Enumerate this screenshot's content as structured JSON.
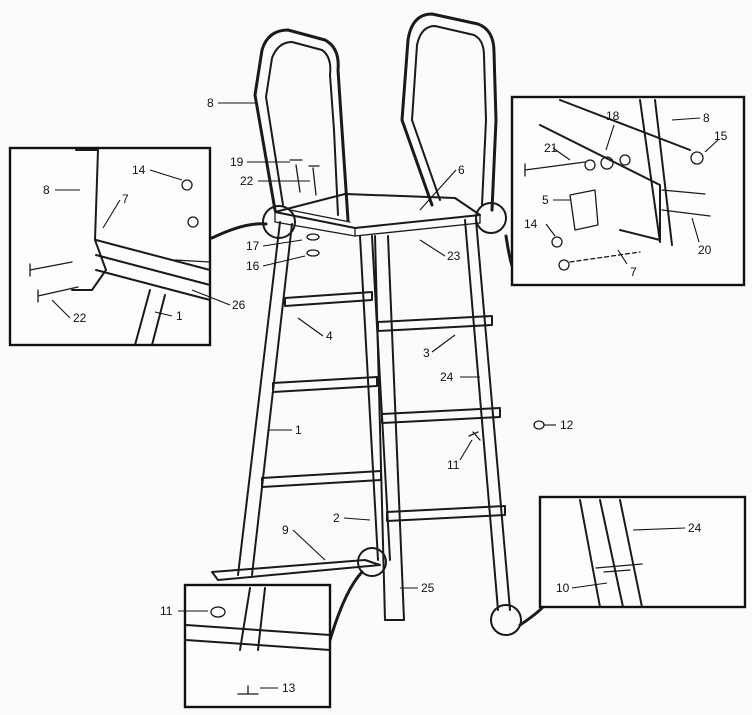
{
  "callouts": [
    {
      "id": "c8a",
      "text": "8"
    },
    {
      "id": "c19",
      "text": "19"
    },
    {
      "id": "c22a",
      "text": "22"
    },
    {
      "id": "c17",
      "text": "17"
    },
    {
      "id": "c16",
      "text": "16"
    },
    {
      "id": "c6",
      "text": "6"
    },
    {
      "id": "c23",
      "text": "23"
    },
    {
      "id": "c4",
      "text": "4"
    },
    {
      "id": "c3",
      "text": "3"
    },
    {
      "id": "c24a",
      "text": "24"
    },
    {
      "id": "c1a",
      "text": "1"
    },
    {
      "id": "c12",
      "text": "12"
    },
    {
      "id": "c11a",
      "text": "11"
    },
    {
      "id": "c2",
      "text": "2"
    },
    {
      "id": "c9",
      "text": "9"
    },
    {
      "id": "c25",
      "text": "25"
    },
    {
      "id": "i1_8",
      "text": "8"
    },
    {
      "id": "i1_14",
      "text": "14"
    },
    {
      "id": "i1_7",
      "text": "7"
    },
    {
      "id": "i1_22",
      "text": "22"
    },
    {
      "id": "i1_1",
      "text": "1"
    },
    {
      "id": "i1_26",
      "text": "26"
    },
    {
      "id": "i2_8",
      "text": "8"
    },
    {
      "id": "i2_18",
      "text": "18"
    },
    {
      "id": "i2_21",
      "text": "21"
    },
    {
      "id": "i2_15",
      "text": "15"
    },
    {
      "id": "i2_5",
      "text": "5"
    },
    {
      "id": "i2_14",
      "text": "14"
    },
    {
      "id": "i2_20",
      "text": "20"
    },
    {
      "id": "i2_7",
      "text": "7"
    },
    {
      "id": "i3_24",
      "text": "24"
    },
    {
      "id": "i3_10",
      "text": "10"
    },
    {
      "id": "i4_11",
      "text": "11"
    },
    {
      "id": "i4_13",
      "text": "13"
    }
  ]
}
